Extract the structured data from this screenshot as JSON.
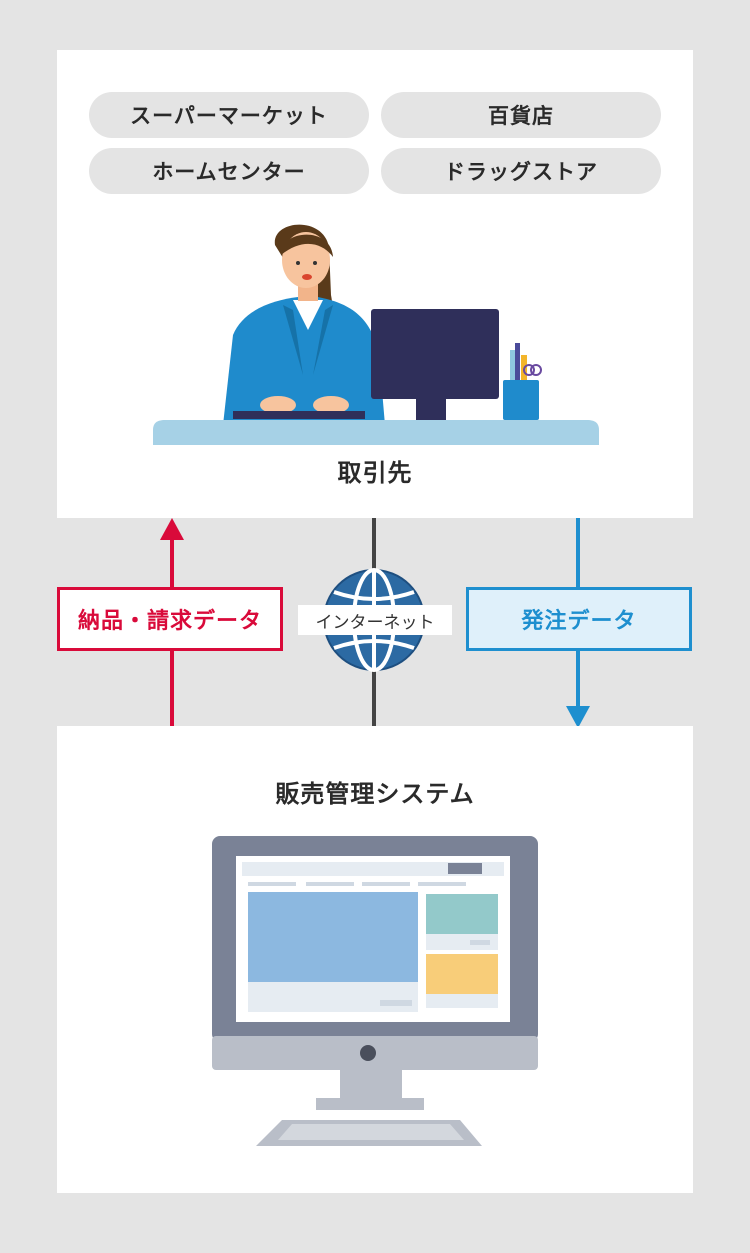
{
  "partner_types": [
    "スーパーマーケット",
    "百貨店",
    "ホームセンター",
    "ドラッグストア"
  ],
  "partner_label": "取引先",
  "system_label": "販売管理システム",
  "flows": {
    "invoice": {
      "label": "納品・請求データ",
      "color": "#d90a3a",
      "direction": "up"
    },
    "order": {
      "label": "発注データ",
      "color": "#1e8fcf",
      "direction": "down"
    },
    "internet": {
      "label": "インターネット"
    }
  },
  "icons": {
    "person": "office-worker-at-desk-icon",
    "globe": "globe-icon",
    "computer": "desktop-computer-icon"
  }
}
